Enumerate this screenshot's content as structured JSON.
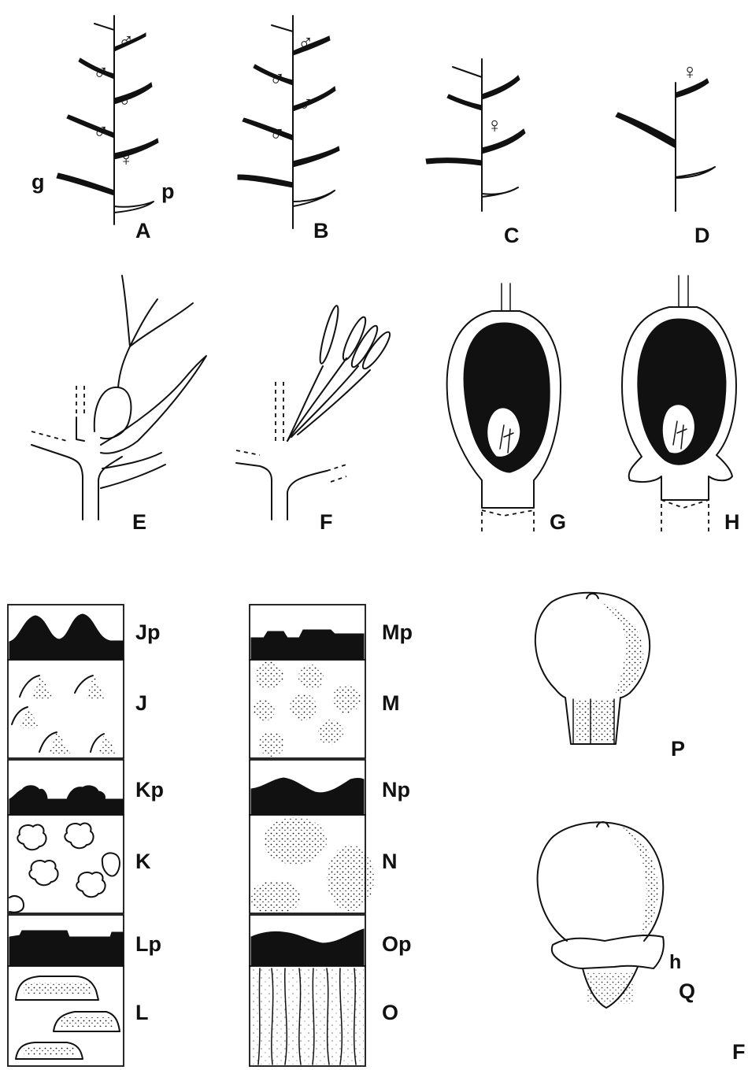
{
  "labels": {
    "A": "A",
    "B": "B",
    "C": "C",
    "D": "D",
    "E": "E",
    "F": "F",
    "G": "G",
    "H": "H",
    "g": "g",
    "p": "p",
    "Jp": "Jp",
    "J": "J",
    "Kp": "Kp",
    "K": "K",
    "Lp": "Lp",
    "L": "L",
    "Mp": "Mp",
    "M": "M",
    "Np": "Np",
    "N": "N",
    "Op": "Op",
    "O": "O",
    "P": "P",
    "Q": "Q",
    "h": "h",
    "corner": "F"
  },
  "symbols": {
    "male": "♂",
    "female": "♀",
    "bisexual": "⚥"
  },
  "colors": {
    "ink": "#111111",
    "paper": "#ffffff"
  }
}
